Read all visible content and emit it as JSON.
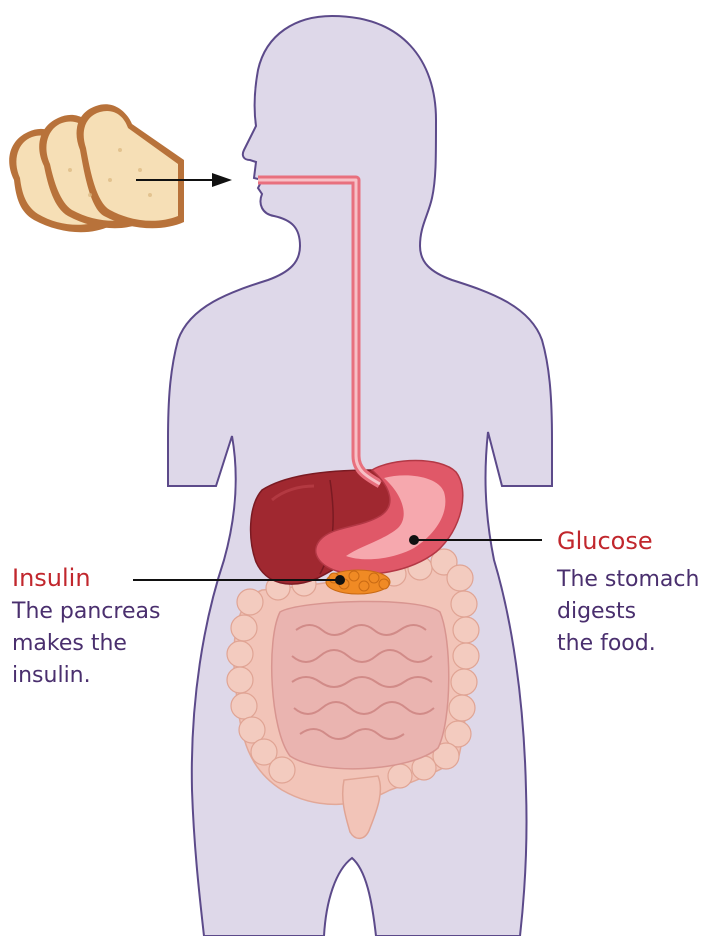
{
  "colors": {
    "body_fill": "#ded8e9",
    "body_outline": "#5c4a8a",
    "title_red": "#c1272d",
    "desc_purple": "#4a2f6e",
    "esophagus": "#e8707e",
    "stomach": "#f28a93",
    "liver": "#a02830",
    "pancreas": "#f08a24",
    "intestine": "#f2c4b8",
    "bread_crust": "#b8723a",
    "bread_crumb": "#f6dfb6"
  },
  "labels": {
    "insulin": {
      "title": "Insulin",
      "lines": [
        "The pancreas",
        "makes the",
        "insulin."
      ]
    },
    "glucose": {
      "title": "Glucose",
      "lines": [
        "The stomach",
        "digests",
        "the food."
      ]
    }
  },
  "icons": {
    "bread": "bread-slices-icon"
  }
}
